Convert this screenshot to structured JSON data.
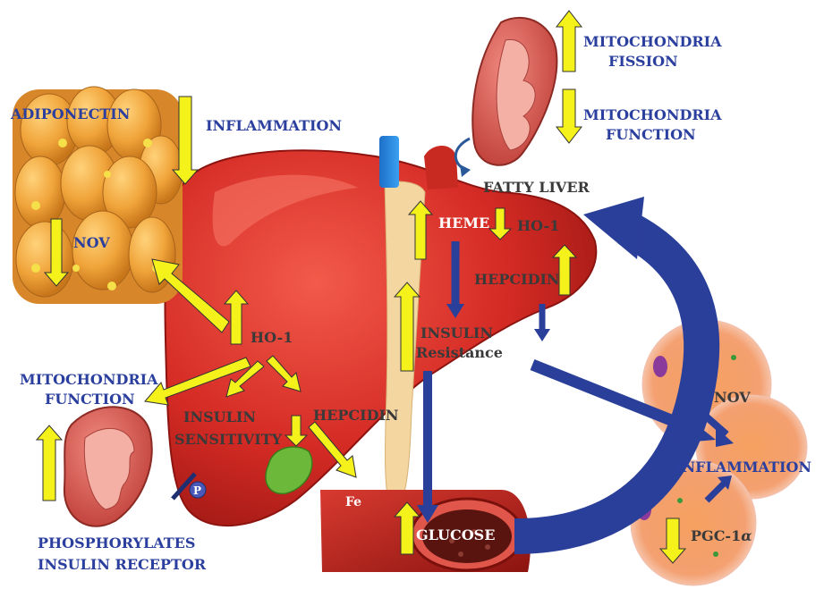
{
  "colors": {
    "label_blue": "#2b3f9e",
    "label_dark": "#3a3a3a",
    "label_white": "#ffffff",
    "arrow_yellow": "#f4f21a",
    "arrow_blue": "#2a3f9a",
    "liver_red": "#d42a24",
    "fat_orange": "#f0a43a",
    "vessel_red": "#b8201c"
  },
  "labels": {
    "mito_fission": [
      "MITOCHONDRIA",
      "FISSION"
    ],
    "mito_function_top": [
      "MITOCHONDRIA",
      "FUNCTION"
    ],
    "adiponectin": "ADIPONECTIN",
    "inflammation_top": "INFLAMMATION",
    "nov_left": "NOV",
    "fatty_liver": "FATTY LIVER",
    "heme": "HEME",
    "ho1_right": "HO-1",
    "hepcidin_right": "HEPCIDIN",
    "ho1_center": "HO-1",
    "insulin_resistance": [
      "INSULIN",
      "Resistance"
    ],
    "mito_function_left": [
      "MITOCHONDRIA",
      "FUNCTION"
    ],
    "insulin_sensitivity": [
      "INSULIN",
      "SENSITIVITY"
    ],
    "hepcidin_center": "HEPCIDIN",
    "fe": "Fe",
    "glucose": "GLUCOSE",
    "p": "P",
    "phosphorylates": [
      "PHOSPHORYLATES",
      "INSULIN RECEPTOR"
    ],
    "nov_right": "NOV",
    "inflammation_right": "INFLAMMATION",
    "pgc1": "PGC-1",
    "pgc1_alpha": "α"
  }
}
